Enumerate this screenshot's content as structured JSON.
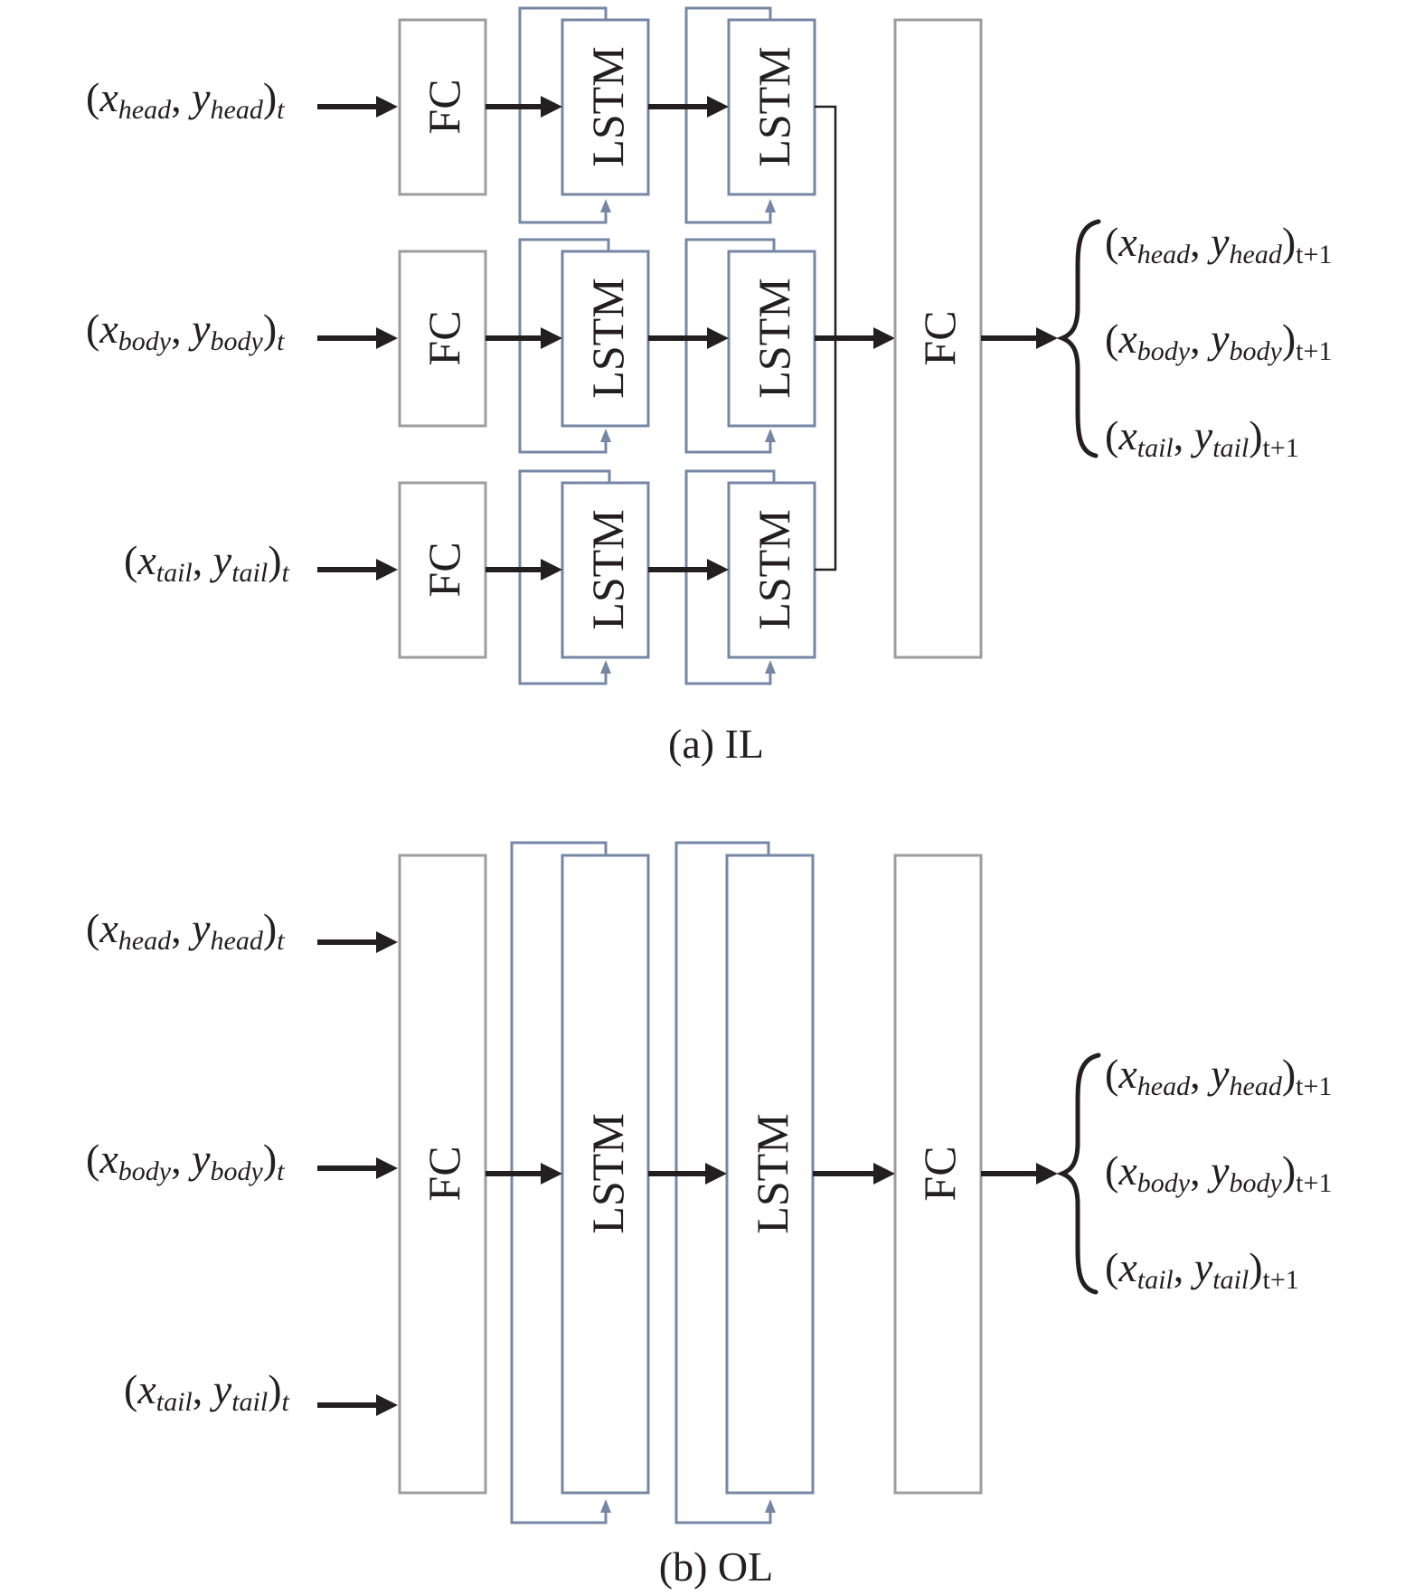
{
  "labels": {
    "fc": "FC",
    "lstm": "LSTM"
  },
  "inputs": [
    {
      "id": "head",
      "x_sub": "head",
      "y_sub": "head",
      "time": "t"
    },
    {
      "id": "body",
      "x_sub": "body",
      "y_sub": "body",
      "time": "t"
    },
    {
      "id": "tail",
      "x_sub": "tail",
      "y_sub": "tail",
      "time": "t"
    }
  ],
  "outputs": [
    {
      "id": "head",
      "x_sub": "head",
      "y_sub": "head",
      "time": "t+1"
    },
    {
      "id": "body",
      "x_sub": "body",
      "y_sub": "body",
      "time": "t+1"
    },
    {
      "id": "tail",
      "x_sub": "tail",
      "y_sub": "tail",
      "time": "t+1"
    }
  ],
  "panels": [
    {
      "id": "il",
      "caption": "(a) IL"
    },
    {
      "id": "ol",
      "caption": "(b) OL"
    }
  ],
  "colors": {
    "ink": "#231f20",
    "fc_border": "#9d9d9d",
    "lstm_border": "#7587a4"
  }
}
